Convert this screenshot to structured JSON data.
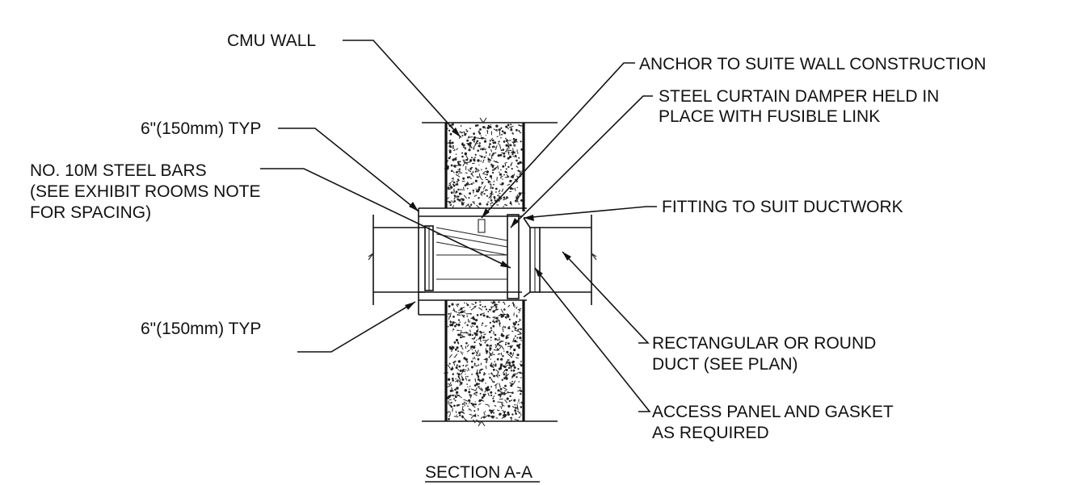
{
  "labels": {
    "cmu_wall": "CMU WALL",
    "anchor": "ANCHOR TO SUITE WALL CONSTRUCTION",
    "damper_1": "STEEL CURTAIN DAMPER HELD IN",
    "damper_2": "PLACE WITH FUSIBLE LINK",
    "typ_top": "6\"(150mm) TYP",
    "bars_1": "NO. 10M STEEL BARS",
    "bars_2": "(SEE EXHIBIT ROOMS NOTE",
    "bars_3": "FOR SPACING)",
    "fitting": "FITTING TO SUIT DUCTWORK",
    "typ_bottom": "6\"(150mm) TYP",
    "duct_1": "RECTANGULAR OR ROUND",
    "duct_2": "DUCT (SEE PLAN)",
    "access_1": "ACCESS PANEL AND GASKET",
    "access_2": "AS REQUIRED",
    "section_title": "SECTION A-A"
  },
  "colors": {
    "ink": "#111111",
    "background": "#ffffff"
  }
}
